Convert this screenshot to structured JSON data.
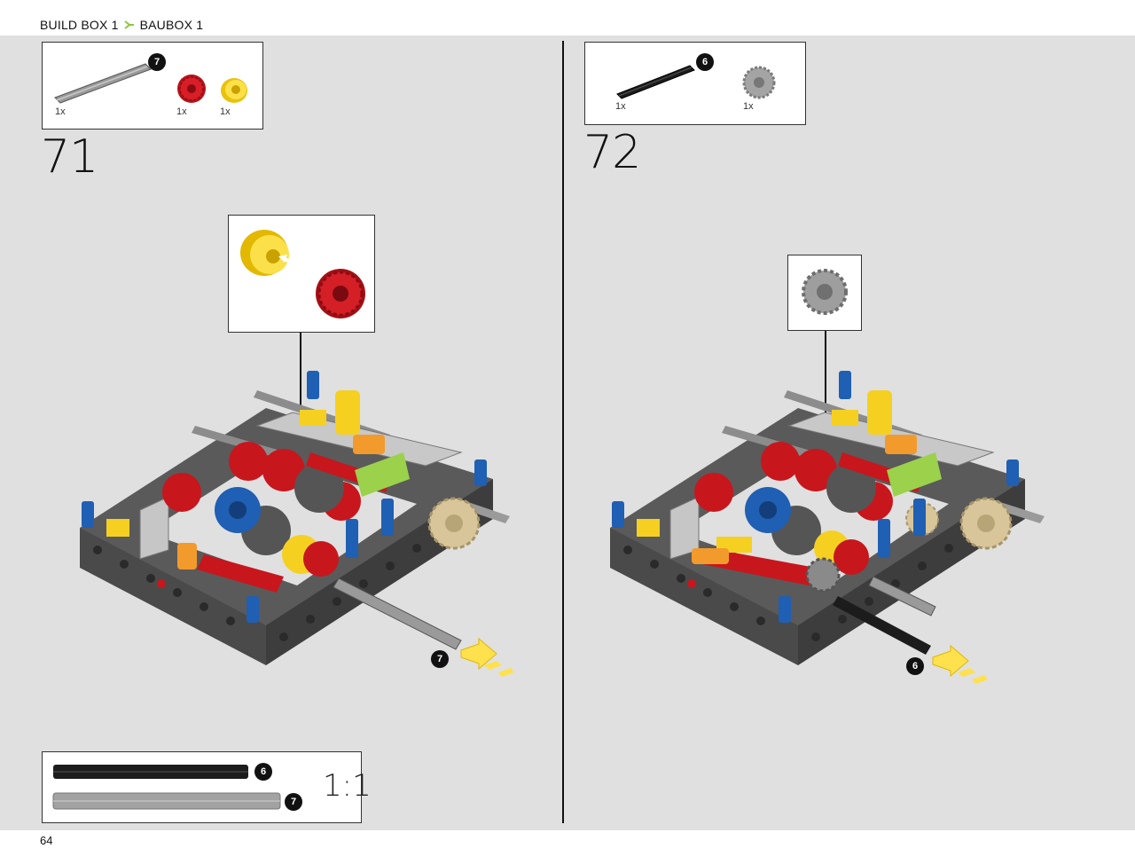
{
  "header": {
    "build_box": "BUILD BOX 1",
    "baubox": "BAUBOX 1"
  },
  "steps": [
    {
      "number": "71",
      "parts": [
        {
          "name": "gray-axle",
          "qty": "1x",
          "length_badge": "7"
        },
        {
          "name": "red-gear",
          "qty": "1x"
        },
        {
          "name": "yellow-bush",
          "qty": "1x"
        }
      ],
      "callout_badge": "7"
    },
    {
      "number": "72",
      "parts": [
        {
          "name": "black-axle",
          "qty": "1x",
          "length_badge": "6"
        },
        {
          "name": "gray-gear",
          "qty": "1x"
        }
      ],
      "callout_badge": "6"
    }
  ],
  "scale_box": {
    "axles": [
      {
        "color": "black",
        "length": "6"
      },
      {
        "color": "gray",
        "length": "7"
      }
    ],
    "ratio": "1:1"
  },
  "footer": {
    "page_number": "64"
  },
  "colors": {
    "background": "#e0e0e0",
    "accent_green": "#8dc63f",
    "arrow_yellow": "#ffe14d",
    "frame_gray": "#5a5a5a",
    "red": "#c8161d",
    "yellow": "#f5d020",
    "blue": "#1f5fb4",
    "tan": "#d8c69a"
  }
}
